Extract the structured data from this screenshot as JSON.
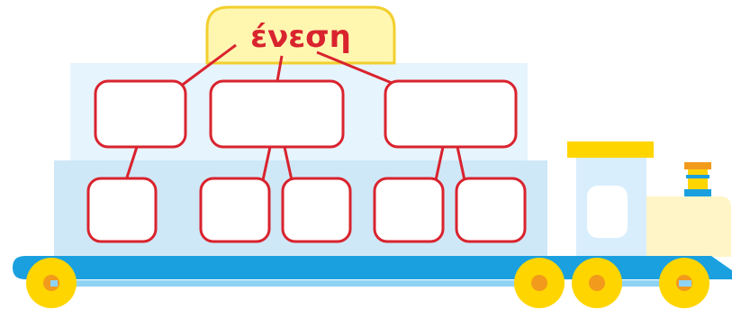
{
  "root": {
    "label": "ένεση"
  },
  "level1": [
    {
      "value": ""
    },
    {
      "value": ""
    },
    {
      "value": ""
    }
  ],
  "level2": [
    {
      "value": "",
      "parent": 0
    },
    {
      "value": "",
      "parent": 1
    },
    {
      "value": "",
      "parent": 1
    },
    {
      "value": "",
      "parent": 2
    },
    {
      "value": "",
      "parent": 2
    }
  ],
  "colors": {
    "box_stroke": "#d9232e",
    "title_bg": "#fff6b0",
    "title_border": "#f2cf2d",
    "wagon_upper": "#e6f4fd",
    "wagon_lower": "#cfe8f8",
    "platform": "#1aa0df",
    "wheel_outer": "#ffd500",
    "wheel_inner": "#f29a1c",
    "axle": "#8fd3f4",
    "loco_body": "#d8eefc",
    "loco_roof": "#ffd500",
    "loco_front": "#fff5c6"
  }
}
